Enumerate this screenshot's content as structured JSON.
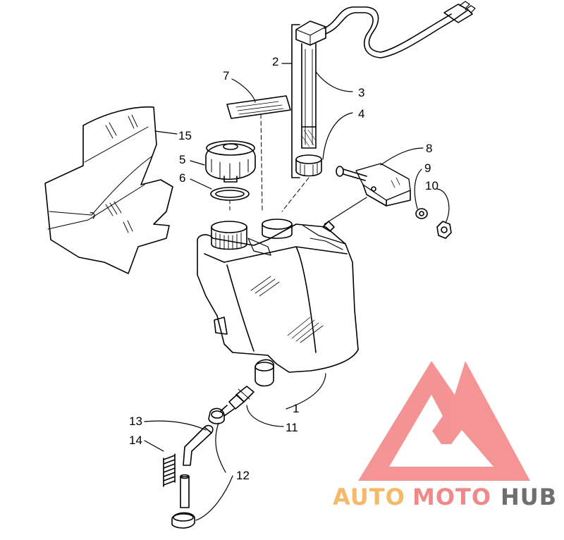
{
  "callouts": {
    "c1": "1",
    "c2": "2",
    "c3": "3",
    "c4": "4",
    "c5": "5",
    "c6": "6",
    "c7": "7",
    "c8": "8",
    "c9": "9",
    "c10": "10",
    "c11": "11",
    "c12": "12",
    "c13": "13",
    "c14": "14",
    "c15": "15"
  },
  "watermark": {
    "part1": "AUTO",
    "part2": "MOTO",
    "part3": "HUB",
    "colors": {
      "auto": "#f5b96a",
      "moto": "#f08a8a",
      "hub": "#6f6f6f",
      "logo": "#f07070"
    }
  }
}
